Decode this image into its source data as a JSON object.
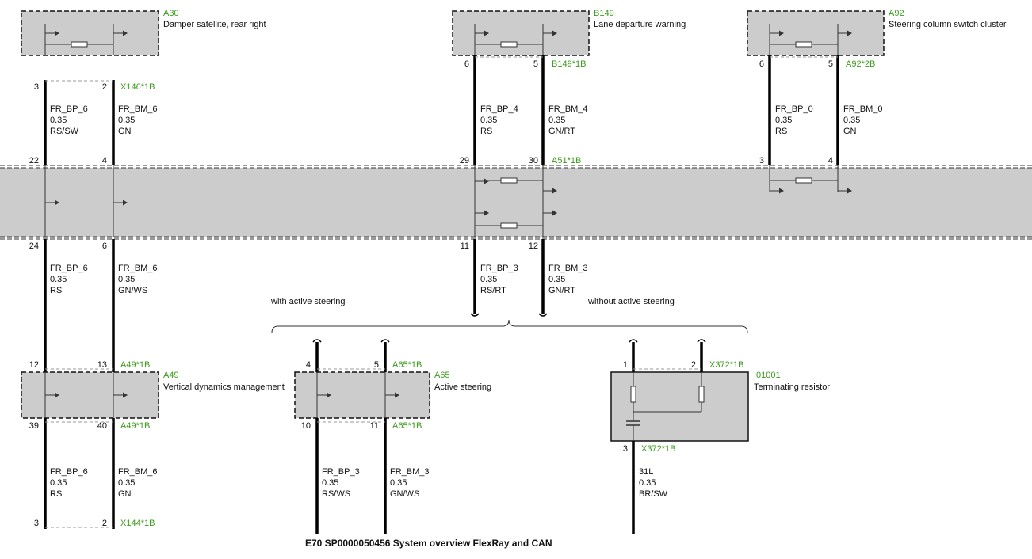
{
  "title": "E70  SP0000050456 System overview FlexRay and CAN",
  "colors": {
    "component_fill": "#cccccc",
    "bus_fill": "#cccccc",
    "wire": "#000000",
    "connector_label": "#3a9a1a",
    "text": "#111111"
  },
  "components": {
    "a30": {
      "id": "A30",
      "name": "Damper satellite, rear right"
    },
    "b149": {
      "id": "B149",
      "name": "Lane departure warning"
    },
    "a92": {
      "id": "A92",
      "name": "Steering column switch cluster"
    },
    "a49": {
      "id": "A49",
      "name": "Vertical dynamics management"
    },
    "a65": {
      "id": "A65",
      "name": "Active steering"
    },
    "i01001": {
      "id": "I01001",
      "name": "Terminating resistor"
    }
  },
  "connectors": {
    "x146": "X146*1B",
    "b149": "B149*1B",
    "a92": "A92*2B",
    "a51": "A51*1B",
    "a49_top": "A49*1B",
    "a49_bot": "A49*1B",
    "a65_top": "A65*1B",
    "a65_bot": "A65*1B",
    "x372_top": "X372*1B",
    "x372_bot": "X372*1B",
    "x144": "X144*1B"
  },
  "pins": {
    "a30_bp": "3",
    "a30_bm": "2",
    "bus_top_bp6": "22",
    "bus_top_bm6": "4",
    "b149_bp": "6",
    "b149_bm": "5",
    "bus_top_bp4": "29",
    "bus_top_bm4": "30",
    "a92_bp": "6",
    "a92_bm": "5",
    "bus_top_bp0": "3",
    "bus_top_bm0": "4",
    "bus_bot_bp6": "24",
    "bus_bot_bm6": "6",
    "bus_bot_bp3": "11",
    "bus_bot_bm3": "12",
    "a49_top_bp": "12",
    "a49_top_bm": "13",
    "a49_bot_bp": "39",
    "a49_bot_bm": "40",
    "x144_bp": "3",
    "x144_bm": "2",
    "a65_top_bp": "4",
    "a65_top_bm": "5",
    "a65_bot_bp": "10",
    "a65_bot_bm": "11",
    "i01001_1": "1",
    "i01001_2": "2",
    "i01001_3": "3"
  },
  "wires": {
    "w1": {
      "name": "FR_BP_6",
      "size": "0.35",
      "color": "RS/SW"
    },
    "w2": {
      "name": "FR_BM_6",
      "size": "0.35",
      "color": "GN"
    },
    "w3": {
      "name": "FR_BP_4",
      "size": "0.35",
      "color": "RS"
    },
    "w4": {
      "name": "FR_BM_4",
      "size": "0.35",
      "color": "GN/RT"
    },
    "w5": {
      "name": "FR_BP_0",
      "size": "0.35",
      "color": "RS"
    },
    "w6": {
      "name": "FR_BM_0",
      "size": "0.35",
      "color": "GN"
    },
    "w7": {
      "name": "FR_BP_6",
      "size": "0.35",
      "color": "RS"
    },
    "w8": {
      "name": "FR_BM_6",
      "size": "0.35",
      "color": "GN/WS"
    },
    "w9": {
      "name": "FR_BP_3",
      "size": "0.35",
      "color": "RS/RT"
    },
    "w10": {
      "name": "FR_BM_3",
      "size": "0.35",
      "color": "GN/RT"
    },
    "w11": {
      "name": "FR_BP_6",
      "size": "0.35",
      "color": "RS"
    },
    "w12": {
      "name": "FR_BM_6",
      "size": "0.35",
      "color": "GN"
    },
    "w13": {
      "name": "FR_BP_3",
      "size": "0.35",
      "color": "RS/WS"
    },
    "w14": {
      "name": "FR_BM_3",
      "size": "0.35",
      "color": "GN/WS"
    },
    "w15": {
      "name": "31L",
      "size": "0.35",
      "color": "BR/SW"
    }
  },
  "variants": {
    "with": "with active steering",
    "without": "without active steering"
  }
}
